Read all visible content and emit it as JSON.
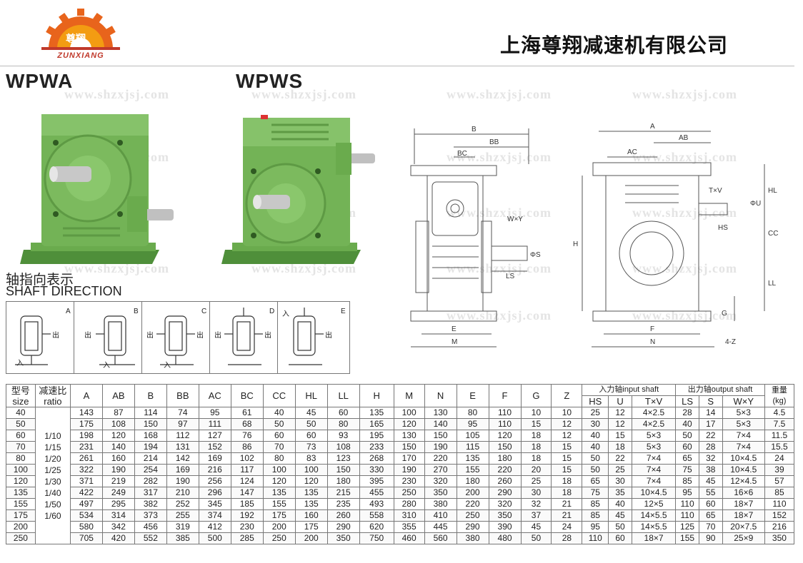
{
  "header": {
    "logo_text": "ZUNXIANG",
    "logo_cn": "尊翔",
    "company_name": "上海尊翔减速机有限公司",
    "brand_color": "#e8641c"
  },
  "models": {
    "left": "WPWA",
    "right": "WPWS"
  },
  "watermark": "www.shzxjsj.com",
  "shaft_direction": {
    "title_cn": "轴指向表示",
    "title_en": "SHAFT DIRECTION",
    "input_label": "入",
    "output_label": "出",
    "variants": [
      "A",
      "B",
      "C",
      "D",
      "E"
    ]
  },
  "drawing": {
    "front": [
      "B",
      "BB",
      "BC",
      "W×Y",
      "ΦS",
      "LS",
      "E",
      "M"
    ],
    "side": [
      "A",
      "AB",
      "AC",
      "T×V",
      "ΦU",
      "HL",
      "HS",
      "CC",
      "H",
      "LL",
      "G",
      "F",
      "N",
      "4-Z"
    ]
  },
  "table": {
    "head_model": [
      "型号",
      "size"
    ],
    "head_ratio": [
      "减速比",
      "ratio"
    ],
    "columns": [
      "A",
      "AB",
      "B",
      "BB",
      "AC",
      "BC",
      "CC",
      "HL",
      "LL",
      "H",
      "M",
      "N",
      "E",
      "F",
      "G",
      "Z"
    ],
    "input_group": "入力轴input shaft",
    "output_group": "出力轴output shaft",
    "input_cols": [
      "HS",
      "U",
      "T×V"
    ],
    "output_cols": [
      "LS",
      "S",
      "W×Y"
    ],
    "weight": [
      "重量",
      "(kg)"
    ],
    "ratios": [
      "1/10",
      "1/15",
      "1/20",
      "1/25",
      "1/30",
      "1/40",
      "1/50",
      "1/60"
    ],
    "rows": [
      [
        "40",
        "143",
        "87",
        "114",
        "74",
        "95",
        "61",
        "40",
        "45",
        "60",
        "135",
        "100",
        "130",
        "80",
        "110",
        "10",
        "10",
        "25",
        "12",
        "4×2.5",
        "28",
        "14",
        "5×3",
        "4.5"
      ],
      [
        "50",
        "175",
        "108",
        "150",
        "97",
        "111",
        "68",
        "50",
        "50",
        "80",
        "165",
        "120",
        "140",
        "95",
        "110",
        "15",
        "12",
        "30",
        "12",
        "4×2.5",
        "40",
        "17",
        "5×3",
        "7.5"
      ],
      [
        "60",
        "198",
        "120",
        "168",
        "112",
        "127",
        "76",
        "60",
        "60",
        "93",
        "195",
        "130",
        "150",
        "105",
        "120",
        "18",
        "12",
        "40",
        "15",
        "5×3",
        "50",
        "22",
        "7×4",
        "11.5"
      ],
      [
        "70",
        "231",
        "140",
        "194",
        "131",
        "152",
        "86",
        "70",
        "73",
        "108",
        "233",
        "150",
        "190",
        "115",
        "150",
        "18",
        "15",
        "40",
        "18",
        "5×3",
        "60",
        "28",
        "7×4",
        "15.5"
      ],
      [
        "80",
        "261",
        "160",
        "214",
        "142",
        "169",
        "102",
        "80",
        "83",
        "123",
        "268",
        "170",
        "220",
        "135",
        "180",
        "18",
        "15",
        "50",
        "22",
        "7×4",
        "65",
        "32",
        "10×4.5",
        "24"
      ],
      [
        "100",
        "322",
        "190",
        "254",
        "169",
        "216",
        "117",
        "100",
        "100",
        "150",
        "330",
        "190",
        "270",
        "155",
        "220",
        "20",
        "15",
        "50",
        "25",
        "7×4",
        "75",
        "38",
        "10×4.5",
        "39"
      ],
      [
        "120",
        "371",
        "219",
        "282",
        "190",
        "256",
        "124",
        "120",
        "120",
        "180",
        "395",
        "230",
        "320",
        "180",
        "260",
        "25",
        "18",
        "65",
        "30",
        "7×4",
        "85",
        "45",
        "12×4.5",
        "57"
      ],
      [
        "135",
        "422",
        "249",
        "317",
        "210",
        "296",
        "147",
        "135",
        "135",
        "215",
        "455",
        "250",
        "350",
        "200",
        "290",
        "30",
        "18",
        "75",
        "35",
        "10×4.5",
        "95",
        "55",
        "16×6",
        "85"
      ],
      [
        "155",
        "497",
        "295",
        "382",
        "252",
        "345",
        "185",
        "155",
        "135",
        "235",
        "493",
        "280",
        "380",
        "220",
        "320",
        "32",
        "21",
        "85",
        "40",
        "12×5",
        "110",
        "60",
        "18×7",
        "110"
      ],
      [
        "175",
        "534",
        "314",
        "373",
        "255",
        "374",
        "192",
        "175",
        "160",
        "260",
        "558",
        "310",
        "410",
        "250",
        "350",
        "37",
        "21",
        "85",
        "45",
        "14×5.5",
        "110",
        "65",
        "18×7",
        "152"
      ],
      [
        "200",
        "580",
        "342",
        "456",
        "319",
        "412",
        "230",
        "200",
        "175",
        "290",
        "620",
        "355",
        "445",
        "290",
        "390",
        "45",
        "24",
        "95",
        "50",
        "14×5.5",
        "125",
        "70",
        "20×7.5",
        "216"
      ],
      [
        "250",
        "705",
        "420",
        "552",
        "385",
        "500",
        "285",
        "250",
        "200",
        "350",
        "750",
        "460",
        "560",
        "380",
        "480",
        "50",
        "28",
        "110",
        "60",
        "18×7",
        "155",
        "90",
        "25×9",
        "350"
      ]
    ]
  }
}
